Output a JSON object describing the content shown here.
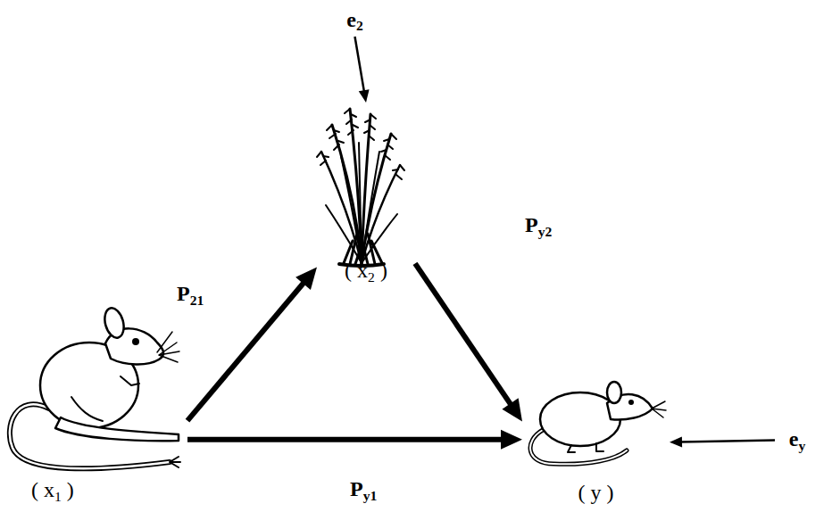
{
  "diagram": {
    "nodes": [
      {
        "text": [
          "e2"
        ]
      },
      {
        "text": [
          "( x2 )"
        ]
      },
      {
        "text": [
          "( x1 )"
        ]
      },
      {
        "text": [
          "( y )"
        ]
      },
      {
        "text": [
          "ey"
        ]
      }
    ],
    "edges": [
      {
        "from": 2,
        "to": 1,
        "arrow": "to",
        "label": "P21"
      },
      {
        "from": 1,
        "to": 3,
        "arrow": "to",
        "label": "Py2"
      },
      {
        "from": 2,
        "to": 3,
        "arrow": "to",
        "label": "Py1"
      },
      {
        "from": 0,
        "to": 1,
        "arrow": "to"
      },
      {
        "from": 4,
        "to": 3,
        "arrow": "to"
      }
    ]
  }
}
